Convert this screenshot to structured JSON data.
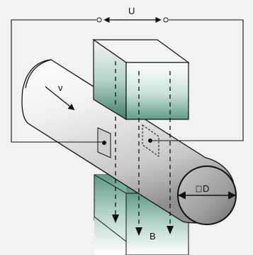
{
  "diagram": {
    "labels": {
      "voltage": "U",
      "velocity": "v",
      "field": "B",
      "diameter": "D"
    },
    "colors": {
      "background": "#f2f2f2",
      "magnet_face": "#a9cfc2",
      "magnet_dark": "#4e8e7b",
      "pipe_light": "#ffffff",
      "pipe_dark": "#8a8a8a",
      "stroke": "#111111"
    }
  }
}
